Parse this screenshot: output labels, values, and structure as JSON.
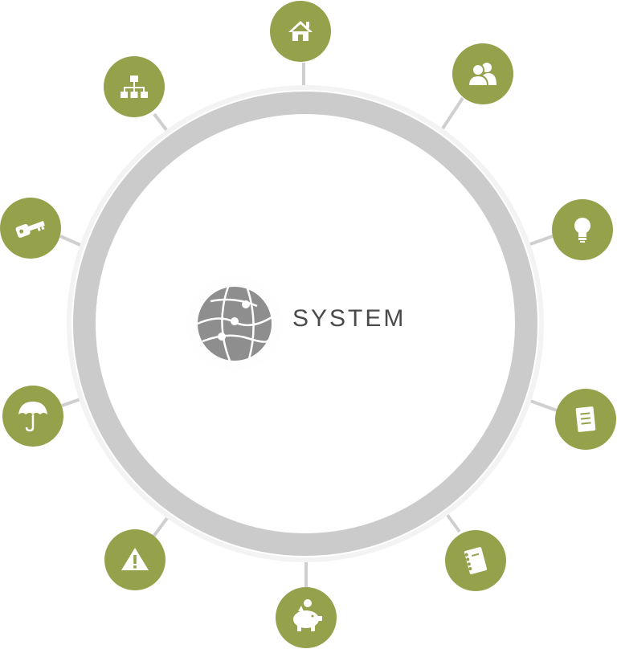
{
  "colors": {
    "node_fill": "#96a14c",
    "ring_stroke": "#cbcbcb",
    "connector": "#cfcfcf",
    "center_icon": "#8e8e8e",
    "label": "#4a4a4a"
  },
  "center": {
    "label": "SYSTEM",
    "icon": "globe-network-icon"
  },
  "nodes": [
    {
      "id": "home",
      "icon": "home-icon"
    },
    {
      "id": "users",
      "icon": "users-icon"
    },
    {
      "id": "idea",
      "icon": "lightbulb-icon"
    },
    {
      "id": "document",
      "icon": "document-icon"
    },
    {
      "id": "notebook",
      "icon": "notebook-icon"
    },
    {
      "id": "savings",
      "icon": "piggy-bank-icon"
    },
    {
      "id": "warning",
      "icon": "warning-icon"
    },
    {
      "id": "insurance",
      "icon": "umbrella-icon"
    },
    {
      "id": "access",
      "icon": "key-icon"
    },
    {
      "id": "structure",
      "icon": "sitemap-icon"
    }
  ]
}
